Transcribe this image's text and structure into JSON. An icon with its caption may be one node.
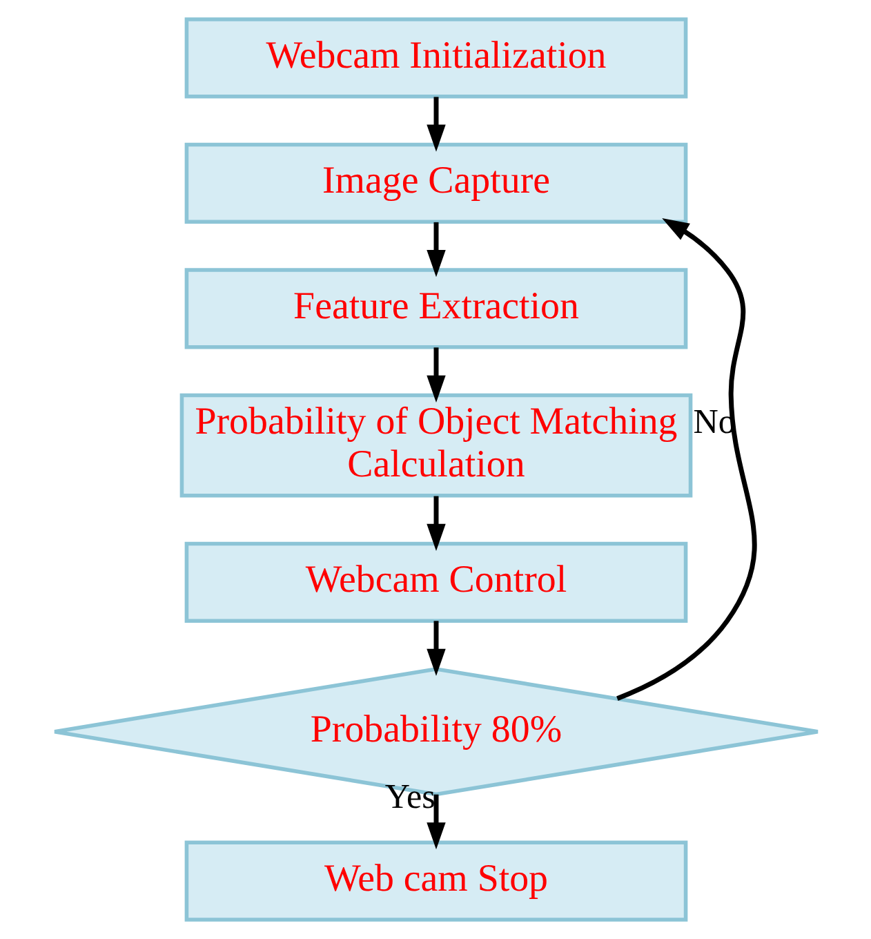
{
  "diagram": {
    "nodes": [
      {
        "text": [
          "Webcam Initialization"
        ]
      },
      {
        "text": [
          "Image Capture"
        ]
      },
      {
        "text": [
          "Feature Extraction"
        ]
      },
      {
        "text": [
          "Probability of Object Matching Calculation"
        ]
      },
      {
        "text": [
          "Webcam Control"
        ]
      },
      {
        "text": [
          "Probability 80%"
        ]
      },
      {
        "text": [
          "Web cam Stop"
        ]
      }
    ],
    "edges": [
      {
        "from": 0,
        "to": 1,
        "arrow": "to"
      },
      {
        "from": 1,
        "to": 2,
        "arrow": "to"
      },
      {
        "from": 2,
        "to": 3,
        "arrow": "to"
      },
      {
        "from": 3,
        "to": 4,
        "arrow": "to"
      },
      {
        "from": 4,
        "to": 5,
        "arrow": "to"
      },
      {
        "from": 5,
        "to": 1,
        "arrow": "to",
        "label": "No"
      },
      {
        "from": 5,
        "to": 6,
        "arrow": "to",
        "label": "Yes"
      }
    ]
  }
}
